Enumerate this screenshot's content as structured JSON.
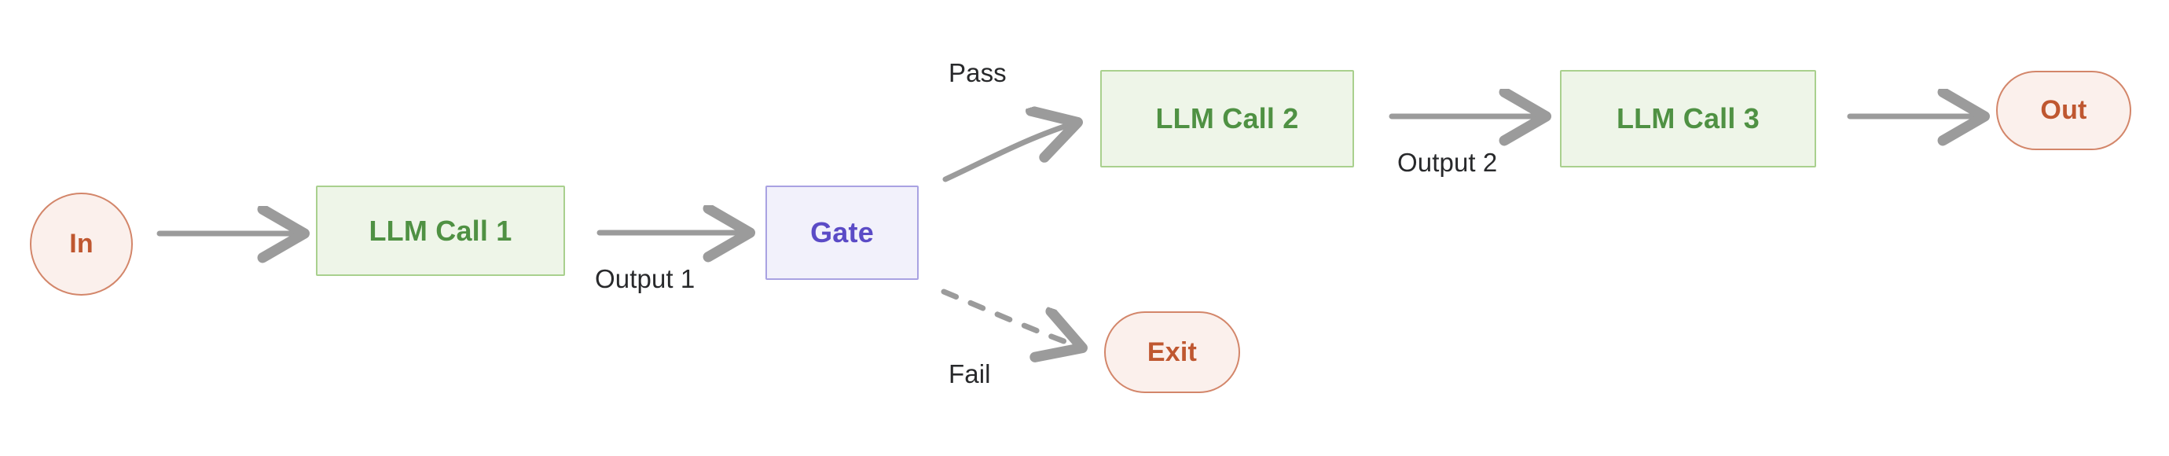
{
  "diagram": {
    "title": "LLM routing workflow with gate",
    "background_color": "#ffffff",
    "edge_color": "#9b9b9b",
    "nodes": {
      "in": {
        "label": "In",
        "shape": "circle",
        "fill": "#fbf0ec",
        "border": "#d3866a",
        "text_color": "#bf5730"
      },
      "call1": {
        "label": "LLM Call 1",
        "shape": "rectangle",
        "fill": "#eef5e8",
        "border": "#a9d08e",
        "text_color": "#4f9143"
      },
      "gate": {
        "label": "Gate",
        "shape": "rectangle",
        "fill": "#f2f1fb",
        "border": "#a9a2e2",
        "text_color": "#5b4bc6"
      },
      "call2": {
        "label": "LLM Call 2",
        "shape": "rectangle",
        "fill": "#eef5e8",
        "border": "#a9d08e",
        "text_color": "#4f9143"
      },
      "call3": {
        "label": "LLM Call 3",
        "shape": "rectangle",
        "fill": "#eef5e8",
        "border": "#a9d08e",
        "text_color": "#4f9143"
      },
      "out": {
        "label": "Out",
        "shape": "pill",
        "fill": "#fbf0ec",
        "border": "#d3866a",
        "text_color": "#bf5730"
      },
      "exit": {
        "label": "Exit",
        "shape": "pill",
        "fill": "#fbf0ec",
        "border": "#d3866a",
        "text_color": "#bf5730"
      }
    },
    "edges": [
      {
        "from": "in",
        "to": "call1",
        "label": "",
        "style": "solid-straight"
      },
      {
        "from": "call1",
        "to": "gate",
        "label": "Output 1",
        "style": "solid-straight"
      },
      {
        "from": "gate",
        "to": "call2",
        "label": "Pass",
        "style": "solid-curved"
      },
      {
        "from": "gate",
        "to": "exit",
        "label": "Fail",
        "style": "dashed-curved"
      },
      {
        "from": "call2",
        "to": "call3",
        "label": "Output 2",
        "style": "solid-straight"
      },
      {
        "from": "call3",
        "to": "out",
        "label": "",
        "style": "solid-straight"
      }
    ],
    "edge_labels": {
      "output1": "Output 1",
      "output2": "Output 2",
      "pass": "Pass",
      "fail": "Fail"
    }
  }
}
